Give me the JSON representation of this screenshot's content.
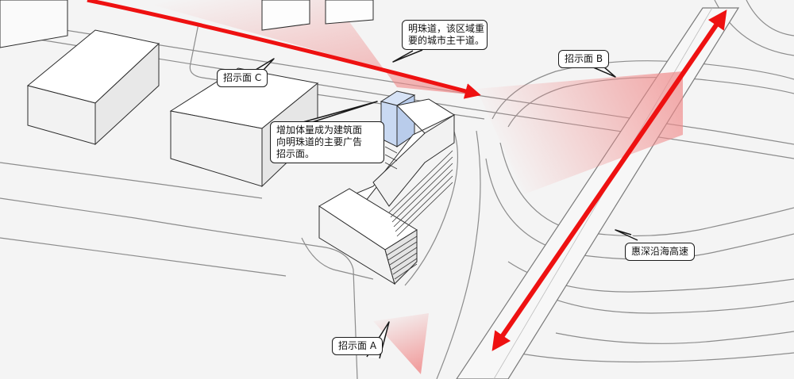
{
  "callouts": {
    "mingzhu_road": {
      "lines": [
        "明珠道，该区域重",
        "要的城市主干道。"
      ]
    },
    "sign_b": {
      "text": "招示面 B"
    },
    "sign_c": {
      "text": "招示面 C"
    },
    "sign_a": {
      "text": "招示面 A"
    },
    "added_volume": {
      "lines": [
        "增加体量成为建筑面",
        "向明珠道的主要广告",
        "招示面。"
      ]
    },
    "expressway": {
      "text": "惠深沿海高速"
    }
  },
  "colors": {
    "background": "#f4f4f4",
    "building_fill": "#ffffff",
    "building_edge": "#2b2b2b",
    "road_edge": "#8c8c8c",
    "arrow_red": "#ee1111",
    "view_cone": "#f08a8a",
    "highlight_volume": "#c9d9f2"
  }
}
